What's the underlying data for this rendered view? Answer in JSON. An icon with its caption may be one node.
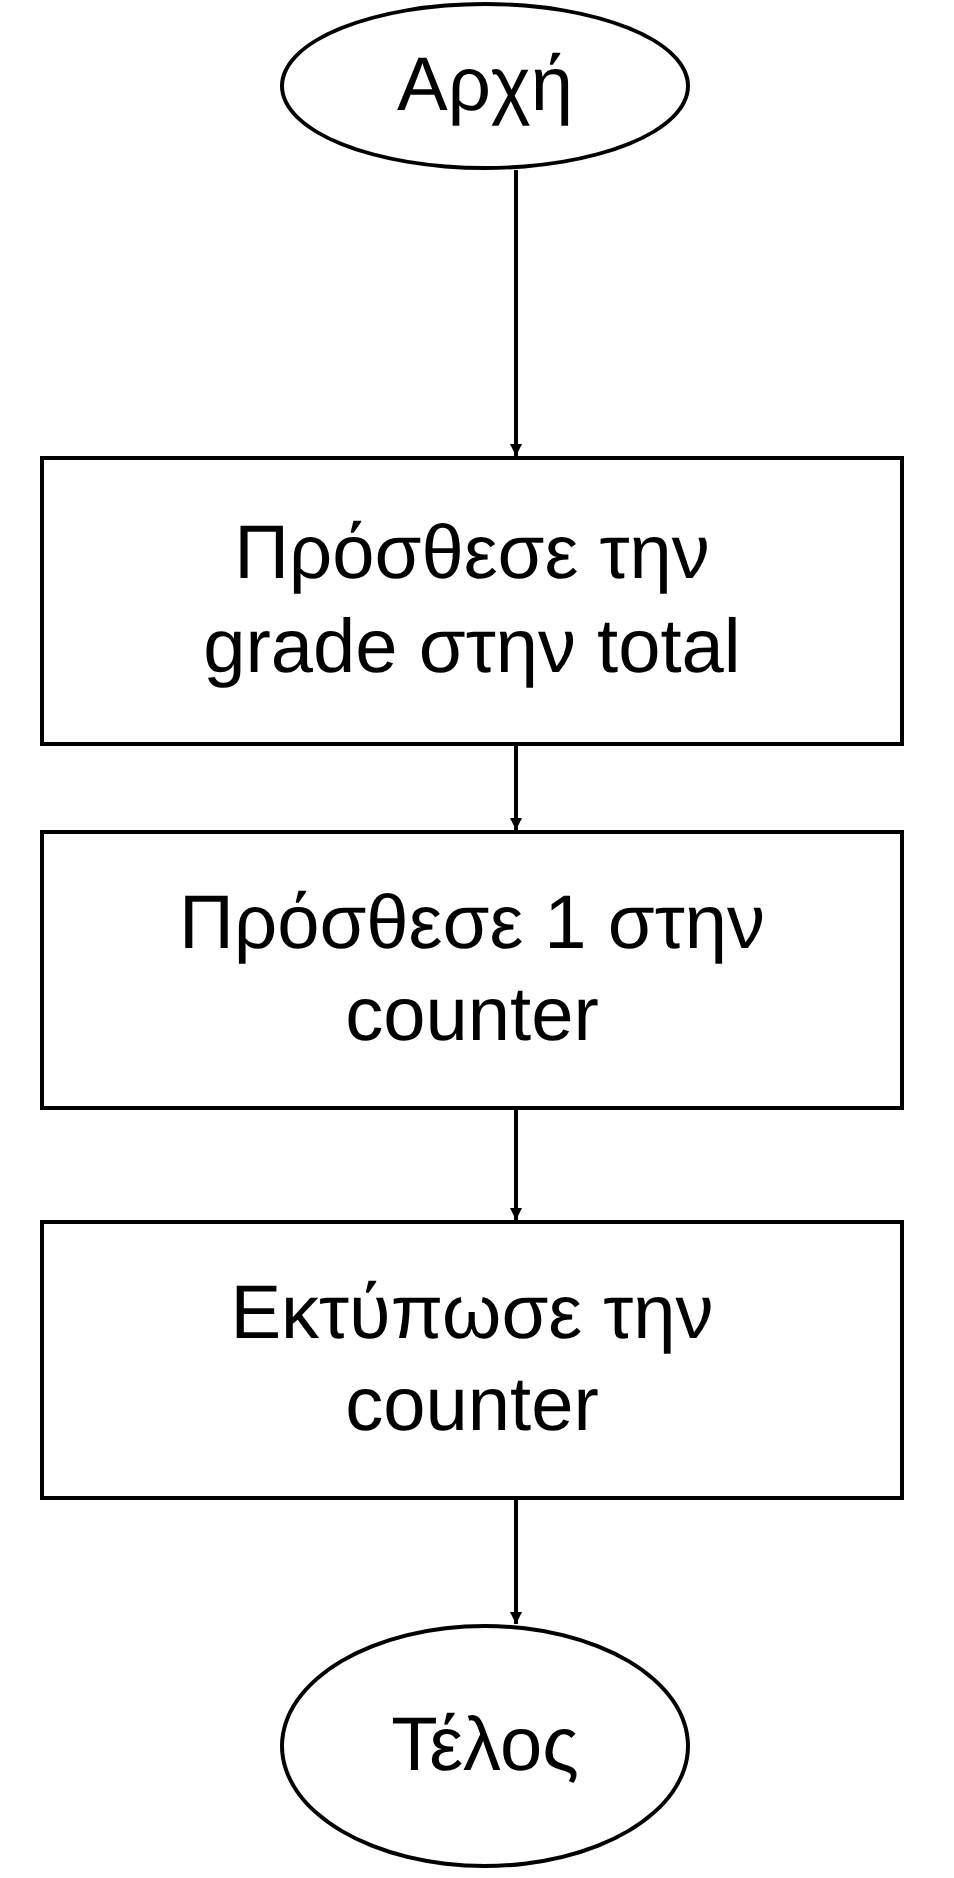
{
  "diagram": {
    "nodes": [
      {
        "text": [
          "Αρχή"
        ]
      },
      {
        "text": [
          "Πρόσθεσε την grade στην total"
        ]
      },
      {
        "text": [
          "Πρόσθεσε 1 στην counter"
        ]
      },
      {
        "text": [
          "Εκτύπωσε την counter"
        ]
      },
      {
        "text": [
          "Τέλος"
        ]
      }
    ],
    "edges": [
      {
        "from": 0,
        "to": 1,
        "arrow": "to"
      },
      {
        "from": 1,
        "to": 2,
        "arrow": "to"
      },
      {
        "from": 2,
        "to": 3,
        "arrow": "to"
      },
      {
        "from": 3,
        "to": 4,
        "arrow": "to"
      }
    ]
  }
}
